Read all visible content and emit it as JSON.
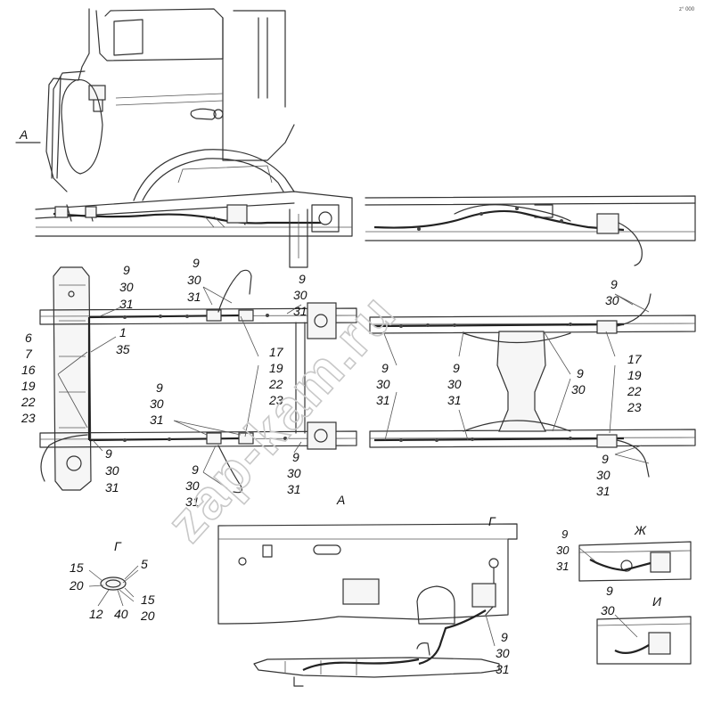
{
  "corner_code": "z° 000",
  "watermark": "zap-kam.ru",
  "view_labels": {
    "a_top": "A",
    "a_bottom": "A",
    "g_main": "Г",
    "g_detail": "Г",
    "zh": "Ж",
    "i": "И"
  },
  "callouts": {
    "c1": [
      "9",
      "30",
      "31"
    ],
    "c2": [
      "9",
      "30",
      "31"
    ],
    "c3": [
      "1",
      "35"
    ],
    "c4": [
      "6",
      "7",
      "16",
      "19",
      "22",
      "23"
    ],
    "c5": [
      "9",
      "30",
      "31"
    ],
    "c6": [
      "17",
      "19",
      "22",
      "23"
    ],
    "c7": [
      "9",
      "30",
      "31"
    ],
    "c8": [
      "9",
      "30",
      "31"
    ],
    "c9": [
      "9",
      "30",
      "31"
    ],
    "c10": [
      "9",
      "30",
      "31"
    ],
    "c11": [
      "9",
      "30"
    ],
    "c12": [
      "9",
      "30",
      "31"
    ],
    "c13": [
      "9",
      "30"
    ],
    "c14": [
      "17",
      "19",
      "22",
      "23"
    ],
    "c15": [
      "9",
      "30",
      "31"
    ],
    "c16": [
      "9",
      "30",
      "31"
    ],
    "c17": [
      "9",
      "30",
      "31"
    ],
    "c18": [
      "9",
      "30"
    ]
  },
  "detail_g": {
    "l15a": "15",
    "l20a": "20",
    "l5": "5",
    "l15b": "15",
    "l20b": "20",
    "l12": "12",
    "l40": "40"
  }
}
